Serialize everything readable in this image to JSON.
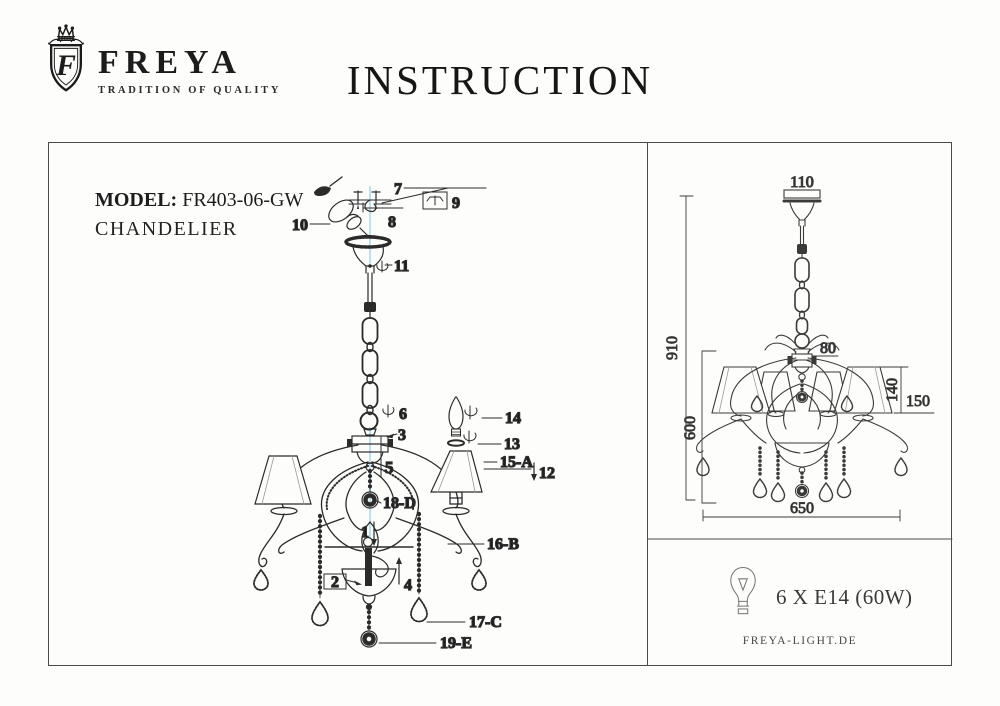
{
  "header": {
    "brand": "FREYA",
    "tagline": "TRADITION OF QUALITY",
    "monogram": "F",
    "title": "INSTRUCTION"
  },
  "left_panel": {
    "model_label": "MODEL:",
    "model_value": "FR403-06-GW",
    "product_type": "CHANDELIER",
    "callouts": {
      "c1": "1",
      "c2": "2",
      "c3": "3",
      "c4": "4",
      "c5": "5",
      "c6": "6",
      "c7": "7",
      "c8": "8",
      "c9": "9",
      "c10": "10",
      "c11": "11",
      "c12": "12",
      "c13": "13",
      "c14": "14",
      "c15a": "15-A",
      "c16b": "16-B",
      "c17c": "17-C",
      "c18d": "18-D",
      "c19e": "19-E"
    }
  },
  "right_panel": {
    "dimensions": {
      "canopy_width": "110",
      "total_height": "910",
      "body_height": "600",
      "hub_width": "80",
      "shade_height": "140",
      "shade_bottom": "150",
      "diameter": "650"
    },
    "bulb_spec": "6 X E14 (60W)",
    "website": "FREYA-LIGHT.DE"
  },
  "colors": {
    "ink": "#2b2b2b",
    "axis_blue": "#bfe0ea",
    "border": "#4a4a4a"
  }
}
